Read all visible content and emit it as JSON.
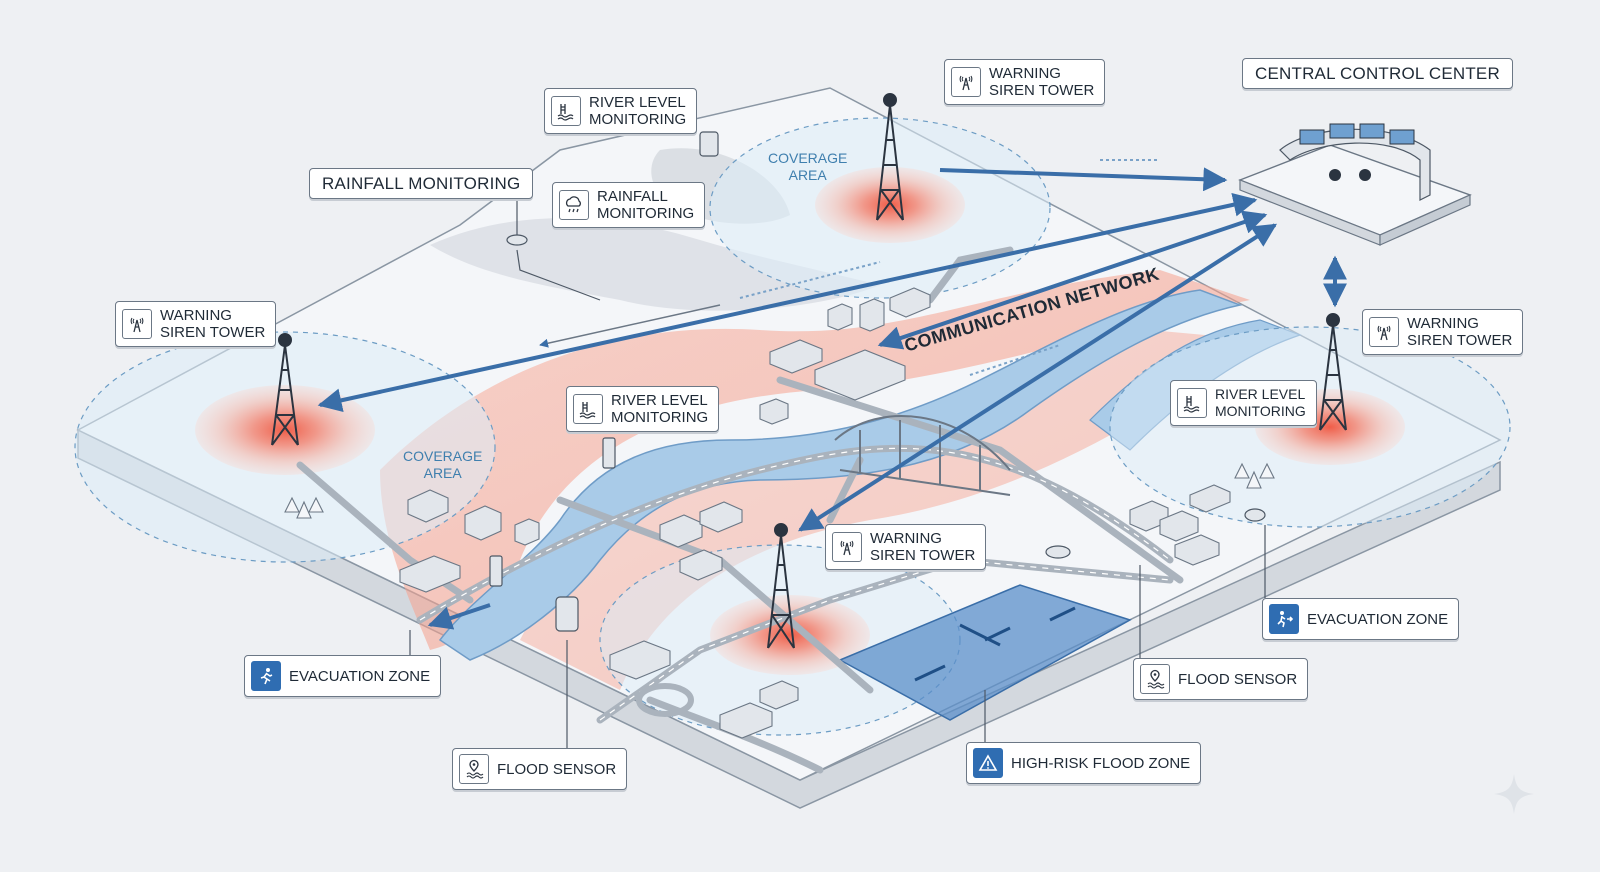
{
  "labels": {
    "central_control_center": "CENTRAL CONTROL CENTER",
    "communication_network": "COMMUNICATION NETWORK",
    "rainfall_monitoring_plain": "RAINFALL MONITORING",
    "rainfall_monitoring": {
      "line1": "RAINFALL",
      "line2": "MONITORING"
    },
    "river_level_top": {
      "line1": "RIVER LEVEL",
      "line2": "MONITORING"
    },
    "river_level_center": {
      "line1": "RIVER LEVEL",
      "line2": "MONITORING"
    },
    "river_level_right": {
      "line1": "RIVER LEVEL",
      "line2": "MONITORING"
    },
    "siren_top": {
      "line1": "WARNING",
      "line2": "SIREN TOWER"
    },
    "siren_left": {
      "line1": "WARNING",
      "line2": "SIREN TOWER"
    },
    "siren_right": {
      "line1": "WARNING",
      "line2": "SIREN TOWER"
    },
    "siren_bottom": {
      "line1": "WARNING",
      "line2": "SIREN TOWER"
    },
    "coverage_top": {
      "line1": "COVERAGE",
      "line2": "AREA"
    },
    "coverage_left": {
      "line1": "COVERAGE",
      "line2": "AREA"
    },
    "evacuation_zone_left": "EVACUATION ZONE",
    "evacuation_zone_right": "EVACUATION ZONE",
    "flood_sensor_left": "FLOOD SENSOR",
    "flood_sensor_right": "FLOOD SENSOR",
    "high_risk_flood_zone": "HIGH-RISK FLOOD ZONE"
  },
  "colors": {
    "land": "#f4f6f9",
    "river": "#a9cbe8",
    "risk_red": "#f6a08c",
    "coverage_blue": "#dcecf8",
    "arrow_blue": "#3a6ea8",
    "accent_blue": "#2f6db2",
    "siren_core": "#f0553f"
  },
  "icons": {
    "siren": "siren-tower-icon",
    "rain": "rain-cloud-icon",
    "river": "river-gauge-icon",
    "evacuation": "running-person-icon",
    "flood_sensor": "location-pin-wave-icon",
    "warning": "warning-triangle-icon"
  }
}
